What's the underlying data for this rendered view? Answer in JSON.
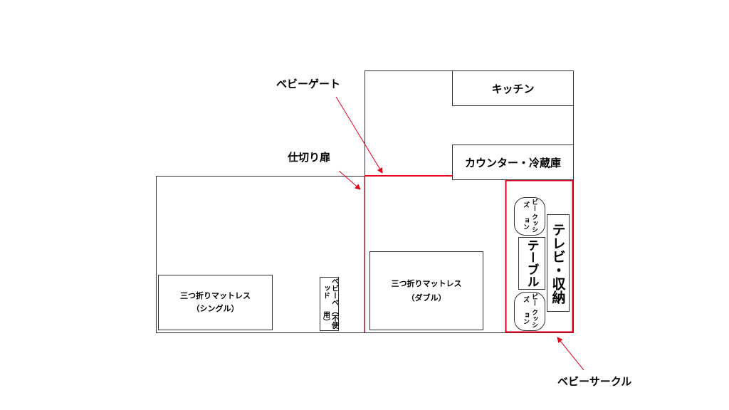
{
  "rooms": {
    "kitchen": "キッチン",
    "counter": "カウンター・冷蔵庫",
    "mattress_single": {
      "line1": "三つ折りマットレス",
      "line2": "（シングル）"
    },
    "baby_bed": {
      "line1": "ベビーベッド",
      "line2": "（不使用）"
    },
    "mattress_double": {
      "line1": "三つ折りマットレス",
      "line2": "（ダブル）"
    },
    "cushion_top": {
      "line1": "ビーズ",
      "line2": "クッション"
    },
    "cushion_bottom": {
      "line1": "ビーズ",
      "line2": "クッション"
    },
    "table": "テーブル",
    "tv": "テレビ・収納"
  },
  "annotations": {
    "baby_gate": "ベビーゲート",
    "partition_door": "仕切り扉",
    "baby_circle": "ベビーサークル"
  },
  "colors": {
    "accent": "#e0001b",
    "line": "#333333"
  }
}
